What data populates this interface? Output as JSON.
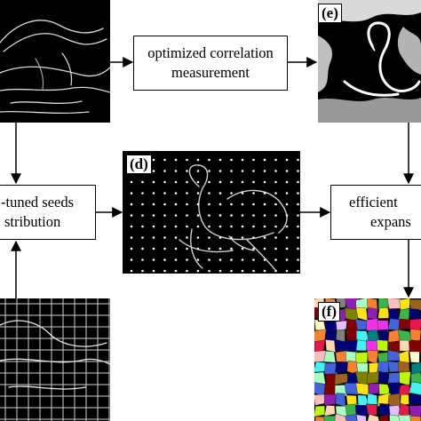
{
  "panels": {
    "d": {
      "label": "(d)"
    },
    "e": {
      "label": "(e)"
    },
    "f": {
      "label": "(f)"
    }
  },
  "boxes": {
    "correlation": {
      "line1": "optimized correlation",
      "line2": "measurement"
    },
    "seeds": {
      "line1": "-tuned seeds",
      "line2": "stribution"
    },
    "expansion": {
      "line1": "efficient",
      "line2": "expans"
    }
  },
  "colors": {
    "line": "#000000",
    "edge": "#d8d8d8",
    "seed": "#ffffff"
  }
}
